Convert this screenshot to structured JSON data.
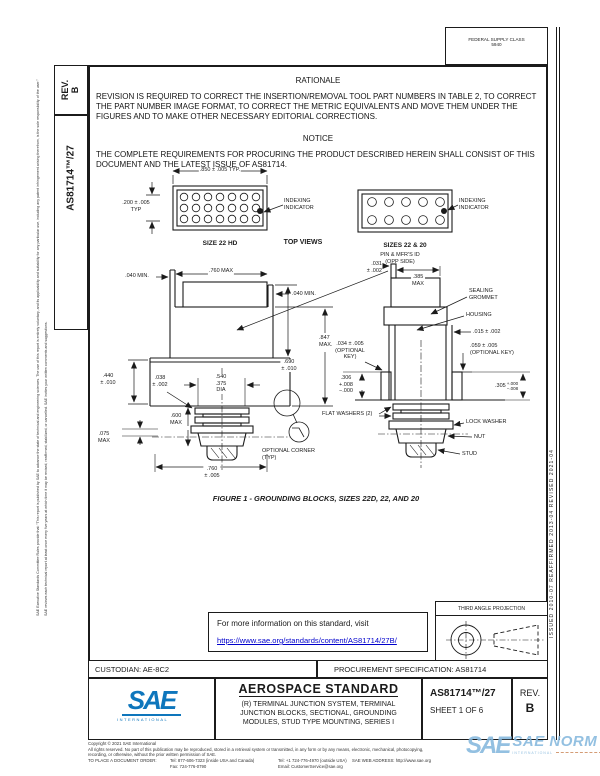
{
  "sidebar": {
    "rev_label": "REV.\nB",
    "doc_number": "AS81714™/27",
    "disclaimer_line1": "SAE Executive Standards Committee Rules provide that: \"This report is published by SAE to advance the state of technical and engineering sciences. The use of this report is entirely voluntary, and its applicability and suitability for any particular use, including any patent infringement arising therefrom, is the sole responsibility of the user.\"",
    "disclaimer_line2": "SAE reviews each technical report at least once every five years at which time it may be revised, reaffirmed, stabilized, or cancelled. SAE invites your written comments and suggestions.",
    "history": "ISSUED 2010-07          REAFFIRMED 2013-04          REVISED 2021-04"
  },
  "header": {
    "fsc_line1": "FEDERAL SUPPLY CLASS",
    "fsc_line2": "5940"
  },
  "rationale": {
    "heading": "RATIONALE",
    "body": "REVISION IS REQUIRED TO CORRECT THE INSERTION/REMOVAL TOOL PART NUMBERS IN TABLE 2, TO CORRECT THE PART NUMBER IMAGE FORMAT, TO CORRECT THE METRIC EQUIVALENTS AND MOVE THEM UNDER THE FIGURES AND TO MAKE OTHER NECESSARY EDITORIAL CORRECTIONS."
  },
  "notice": {
    "heading": "NOTICE",
    "body": "THE COMPLETE REQUIREMENTS FOR PROCURING THE PRODUCT DESCRIBED HEREIN SHALL CONSIST OF THIS DOCUMENT AND THE LATEST ISSUE OF AS81714."
  },
  "figure": {
    "caption": "FIGURE 1 - GROUNDING BLOCKS, SIZES 22D, 22, AND 20",
    "top_views": "TOP VIEWS",
    "size_22hd": "SIZE 22 HD",
    "sizes_22_20": "SIZES 22 & 20",
    "indexing_indicator": "INDEXING\nINDICATOR",
    "pin_id": "PIN & MFR'S ID\n(OPP SIDE)",
    "dims": {
      "d850": ".850 ± .005 TYP.",
      "d200": ".200 ± .005\nTYP",
      "d040l": ".040 MIN.",
      "d760max": ".760 MAX",
      "d040r": ".040 MIN.",
      "d847": ".847\nMAX.",
      "d690": ".690\n± .010",
      "d440": ".440\n± .010",
      "d038": ".038\n± .002",
      "d540": ".540\n.375\nDIA",
      "d600": ".600\nMAX",
      "d075": ".075\nMAX",
      "d760b": ".760\n± .005",
      "d031": ".031\n± .002",
      "d385": ".385\nMAX",
      "d015": ".015 ± .002",
      "d059": ".059 ± .005\n(OPTIONAL KEY)",
      "d034": ".034 ± .005\n(OPTIONAL\nKEY)",
      "d306": ".306\n+.008\n−.000",
      "d305_main": ".305",
      "d305_up": "+.000",
      "d305_dn": "−.008"
    },
    "labels": {
      "sealing_grommet": "SEALING\nGROMMET",
      "housing": "HOUSING",
      "flat_washers": "FLAT WASHERS (2)",
      "lock_washer": "LOCK WASHER",
      "nut": "NUT",
      "stud": "STUD",
      "optional_corner": "OPTIONAL CORNER\n(TYP)"
    }
  },
  "info_box": {
    "line1": "For more information on this standard, visit",
    "link": "https://www.sae.org/standards/content/AS81714/27B/"
  },
  "projection": {
    "label": "THIRD ANGLE PROJECTION"
  },
  "title_block": {
    "custodian": "CUSTODIAN: AE-8C2",
    "procurement": "PROCUREMENT SPECIFICATION: AS81714",
    "standard_type": "AEROSPACE STANDARD",
    "title_line1": "(R) TERMINAL JUNCTION SYSTEM, TERMINAL",
    "title_line2": "JUNCTION BLOCKS, SECTIONAL, GROUNDING",
    "title_line3": "MODULES, STUD TYPE MOUNTING, SERIES I",
    "doc_number": "AS81714™/27",
    "sheet": "SHEET 1 OF 6",
    "rev_label": "REV.",
    "rev_value": "B",
    "logo_text": "SAE",
    "logo_sub": "INTERNATIONAL"
  },
  "footer": {
    "copyright": "Copyright © 2021 SAE International",
    "rights1": "All rights reserved. No part of this publication may be reproduced, stored in a retrieval system or transmitted, in any form or by any means, electronic, mechanical, photocopying,",
    "rights2": "recording, or otherwise, without the prior written permission of SAE.",
    "order_label": "TO PLACE A DOCUMENT ORDER:",
    "tel_inside": "Tel: 877-606-7323 (inside USA and Canada)",
    "tel_outside": "Tel: +1 724-776-4970 (outside USA)",
    "fax": "Fax: 724-776-0790",
    "email": "Email: CustomerService@sae.org",
    "web": "SAE WEB ADDRESS: http://www.sae.org",
    "watermark_logo": "SAE",
    "watermark_text": "SAE NORM",
    "watermark_sub": "INTERNATIONAL"
  },
  "colors": {
    "ink": "#1b1b1b",
    "link_blue": "#0000cc",
    "sae_blue": "#0e76bc",
    "watermark_blue": "#85b8dd",
    "watermark_accent": "#cf8f62"
  }
}
